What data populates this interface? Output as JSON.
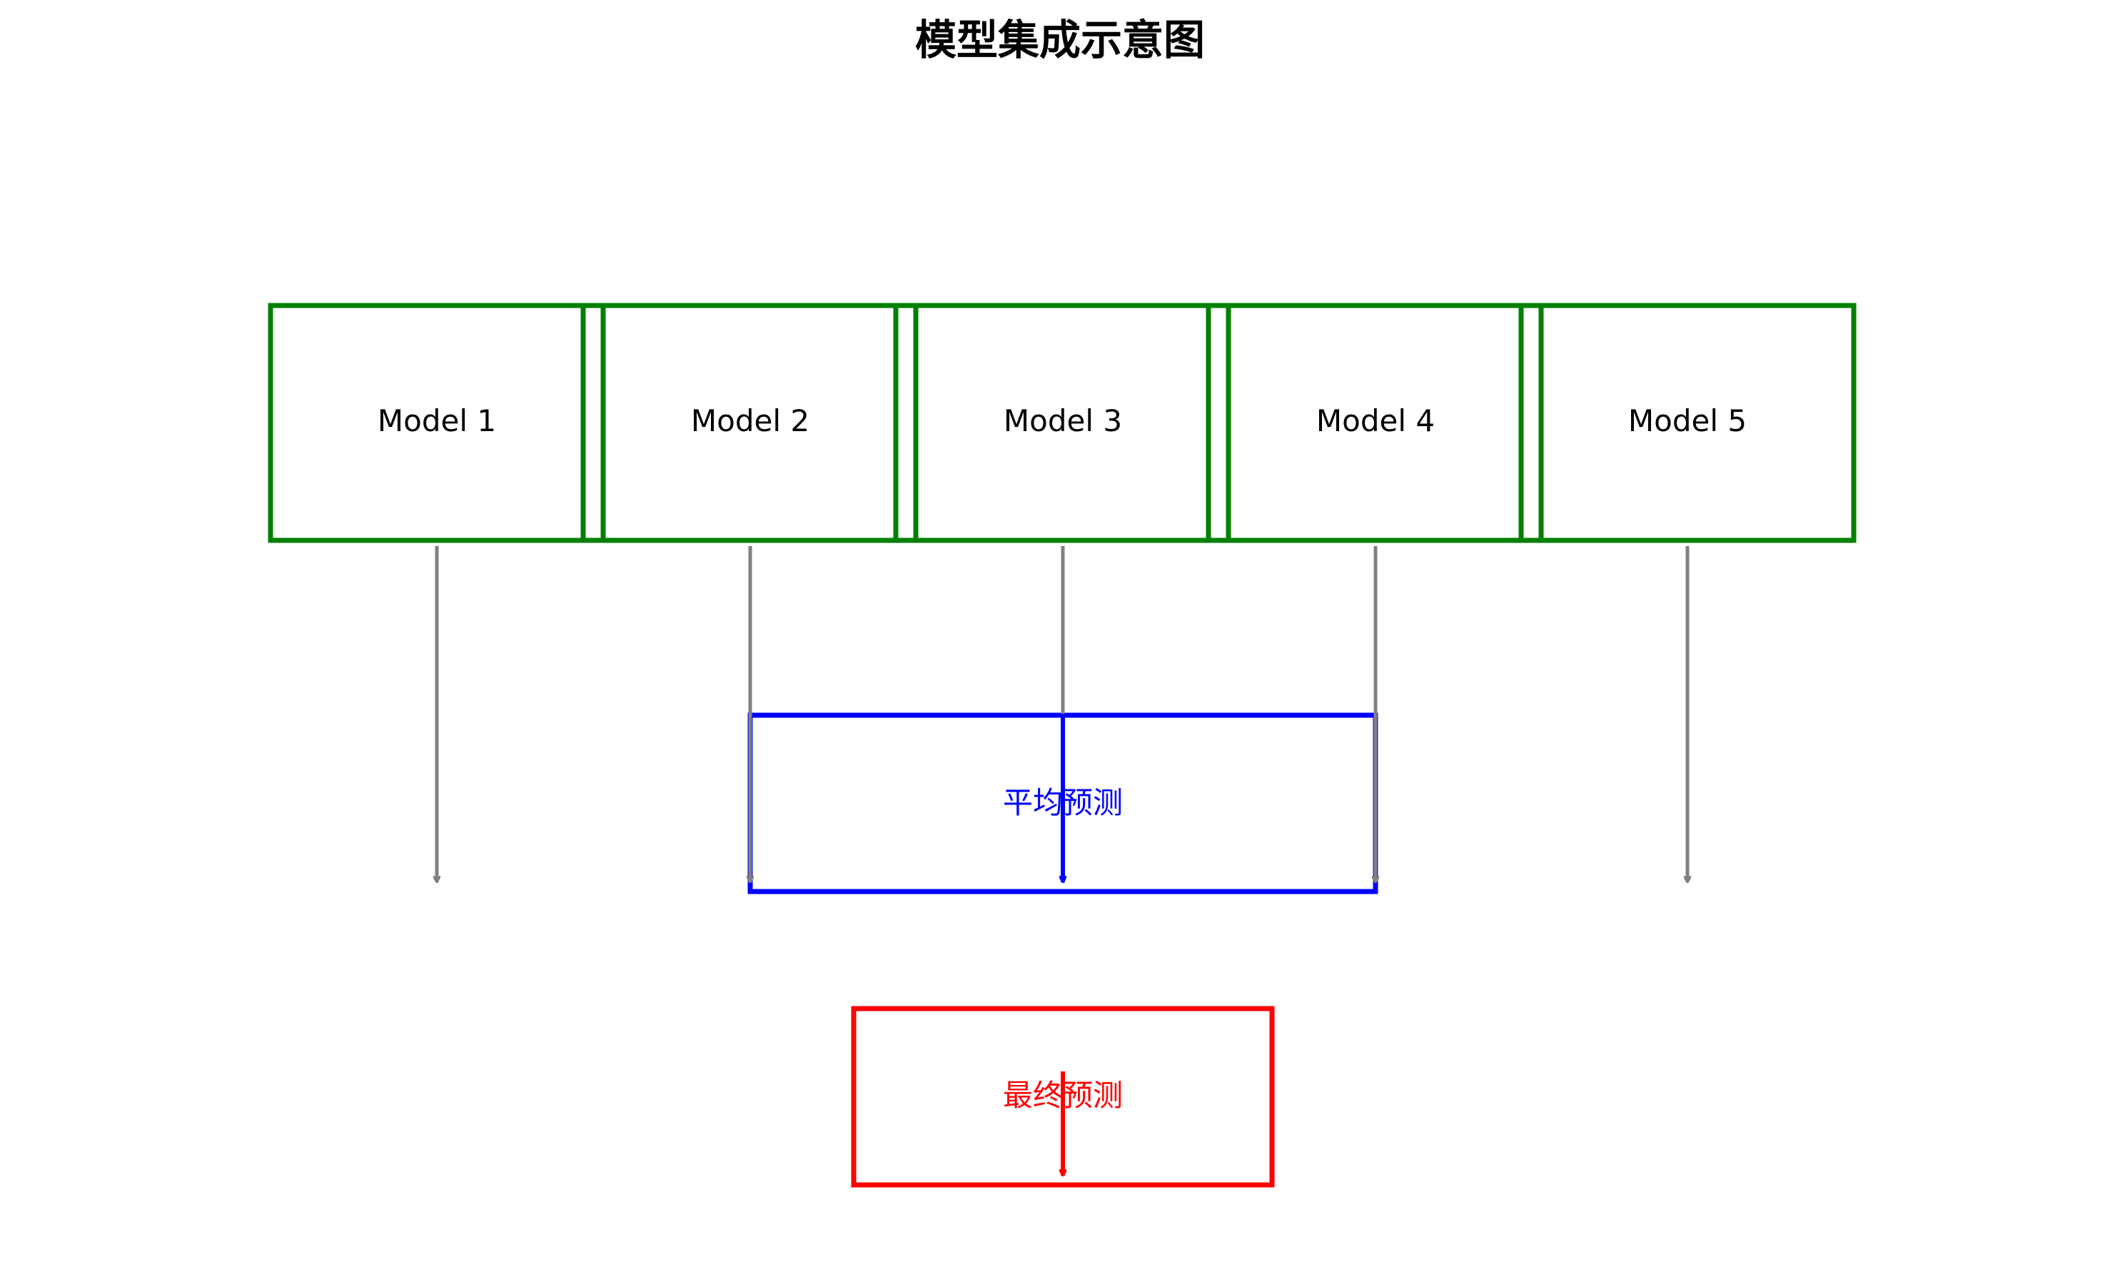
{
  "title": "模型集成示意图",
  "models": [
    {
      "label": "Model 1"
    },
    {
      "label": "Model 2"
    },
    {
      "label": "Model 3"
    },
    {
      "label": "Model 4"
    },
    {
      "label": "Model 5"
    }
  ],
  "average_node": {
    "label": "平均预测"
  },
  "final_node": {
    "label": "最终预测"
  },
  "colors": {
    "model_border": "#008000",
    "average": "#0000ff",
    "final": "#ff0000",
    "arrow": "#808080",
    "title": "#000000"
  }
}
